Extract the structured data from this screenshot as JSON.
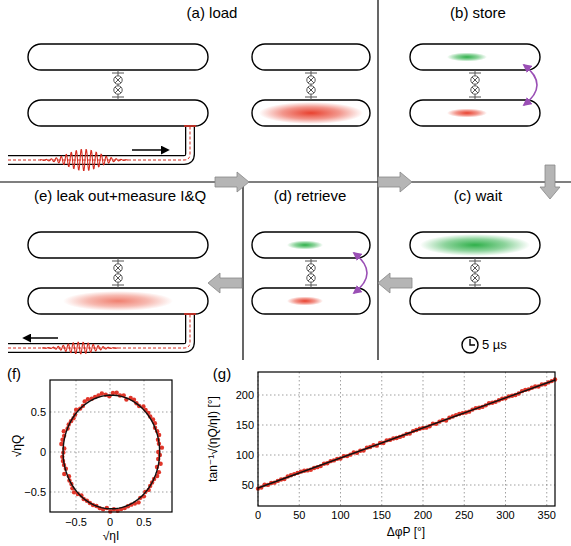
{
  "diagram": {
    "labels": [
      "(a) load",
      "(b) store",
      "(c) wait",
      "(d) retrieve",
      "(e) leak out+measure I&Q",
      "5 µs",
      "(f)",
      "(g)",
      "0.5",
      "0",
      "−0.5",
      "−0.5",
      "0",
      "0.5",
      "√ηQ",
      "√ηI",
      "50",
      "100",
      "150",
      "200",
      "0",
      "50",
      "100",
      "150",
      "200",
      "250",
      "300",
      "350",
      "tan⁻¹√(ηQ/ηI) [°]",
      "ΔφP [°]"
    ]
  }
}
